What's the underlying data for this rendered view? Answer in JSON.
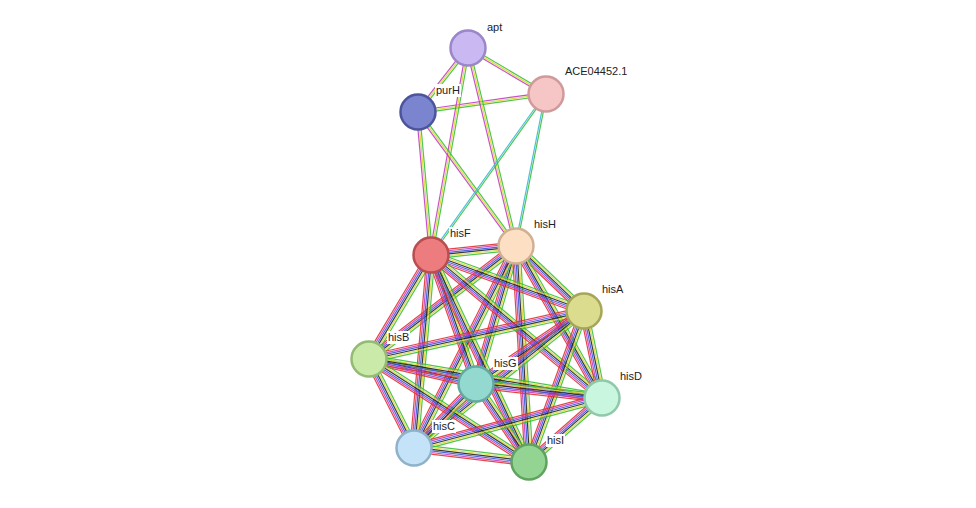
{
  "diagram": {
    "nodes": [
      {
        "text": [
          "apt"
        ]
      },
      {
        "text": [
          "ACE04452.1"
        ]
      },
      {
        "text": [
          "purH"
        ]
      },
      {
        "text": [
          "hisH"
        ]
      },
      {
        "text": [
          "hisF"
        ]
      },
      {
        "text": [
          "hisA"
        ]
      },
      {
        "text": [
          "hisB"
        ]
      },
      {
        "text": [
          "hisG"
        ]
      },
      {
        "text": [
          "hisD"
        ]
      },
      {
        "text": [
          "hisC"
        ]
      },
      {
        "text": [
          "hisI"
        ]
      }
    ],
    "edges": [
      {
        "from": 0,
        "to": 1,
        "arrow": "none"
      },
      {
        "from": 0,
        "to": 2,
        "arrow": "none"
      },
      {
        "from": 1,
        "to": 2,
        "arrow": "none"
      },
      {
        "from": 0,
        "to": 3,
        "arrow": "none"
      },
      {
        "from": 0,
        "to": 4,
        "arrow": "none"
      },
      {
        "from": 2,
        "to": 3,
        "arrow": "none"
      },
      {
        "from": 2,
        "to": 4,
        "arrow": "none"
      },
      {
        "from": 1,
        "to": 3,
        "arrow": "none"
      },
      {
        "from": 1,
        "to": 4,
        "arrow": "none"
      },
      {
        "from": 3,
        "to": 4,
        "arrow": "none"
      },
      {
        "from": 3,
        "to": 5,
        "arrow": "none"
      },
      {
        "from": 3,
        "to": 6,
        "arrow": "none"
      },
      {
        "from": 3,
        "to": 7,
        "arrow": "none"
      },
      {
        "from": 3,
        "to": 8,
        "arrow": "none"
      },
      {
        "from": 3,
        "to": 9,
        "arrow": "none"
      },
      {
        "from": 3,
        "to": 10,
        "arrow": "none"
      },
      {
        "from": 4,
        "to": 5,
        "arrow": "none"
      },
      {
        "from": 4,
        "to": 6,
        "arrow": "none"
      },
      {
        "from": 4,
        "to": 7,
        "arrow": "none"
      },
      {
        "from": 4,
        "to": 8,
        "arrow": "none"
      },
      {
        "from": 4,
        "to": 9,
        "arrow": "none"
      },
      {
        "from": 4,
        "to": 10,
        "arrow": "none"
      },
      {
        "from": 5,
        "to": 6,
        "arrow": "none"
      },
      {
        "from": 5,
        "to": 7,
        "arrow": "none"
      },
      {
        "from": 5,
        "to": 8,
        "arrow": "none"
      },
      {
        "from": 5,
        "to": 9,
        "arrow": "none"
      },
      {
        "from": 5,
        "to": 10,
        "arrow": "none"
      },
      {
        "from": 6,
        "to": 7,
        "arrow": "none"
      },
      {
        "from": 6,
        "to": 8,
        "arrow": "none"
      },
      {
        "from": 6,
        "to": 9,
        "arrow": "none"
      },
      {
        "from": 6,
        "to": 10,
        "arrow": "none"
      },
      {
        "from": 7,
        "to": 8,
        "arrow": "none"
      },
      {
        "from": 7,
        "to": 9,
        "arrow": "none"
      },
      {
        "from": 7,
        "to": 10,
        "arrow": "none"
      },
      {
        "from": 8,
        "to": 9,
        "arrow": "none"
      },
      {
        "from": 8,
        "to": 10,
        "arrow": "none"
      },
      {
        "from": 9,
        "to": 10,
        "arrow": "none"
      }
    ]
  }
}
